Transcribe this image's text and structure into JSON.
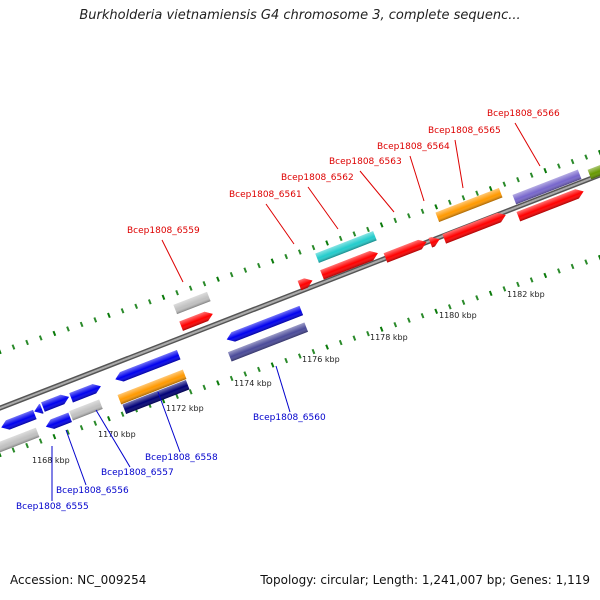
{
  "title": "Burkholderia vietnamiensis G4 chromosome 3, complete sequenc...",
  "accession_text": "Accession: NC_009254",
  "summary_text": "Topology: circular; Length: 1,241,007 bp; Genes: 1,119",
  "label_colors": {
    "upper": "#dd0000",
    "lower": "#0000cc"
  },
  "kbp_ticks": [
    "1168 kbp",
    "1170 kbp",
    "1172 kbp",
    "1174 kbp",
    "1176 kbp",
    "1178 kbp",
    "1180 kbp",
    "1182 kbp"
  ],
  "upper_labels": [
    "Bcep1808_6559",
    "Bcep1808_6561",
    "Bcep1808_6562",
    "Bcep1808_6563",
    "Bcep1808_6564",
    "Bcep1808_6565",
    "Bcep1808_6566"
  ],
  "lower_labels": [
    "Bcep1808_6555",
    "Bcep1808_6556",
    "Bcep1808_6557",
    "Bcep1808_6558",
    "Bcep1808_6560"
  ],
  "feature_colors": {
    "red": "#ff0000",
    "blue": "#0000ee",
    "gray": "#c0c0c0",
    "cyan": "#22cccc",
    "orange": "#ff9900",
    "purple": "#7766cc",
    "slate": "#4a4a99",
    "navy": "#000077",
    "olive": "#669900"
  }
}
